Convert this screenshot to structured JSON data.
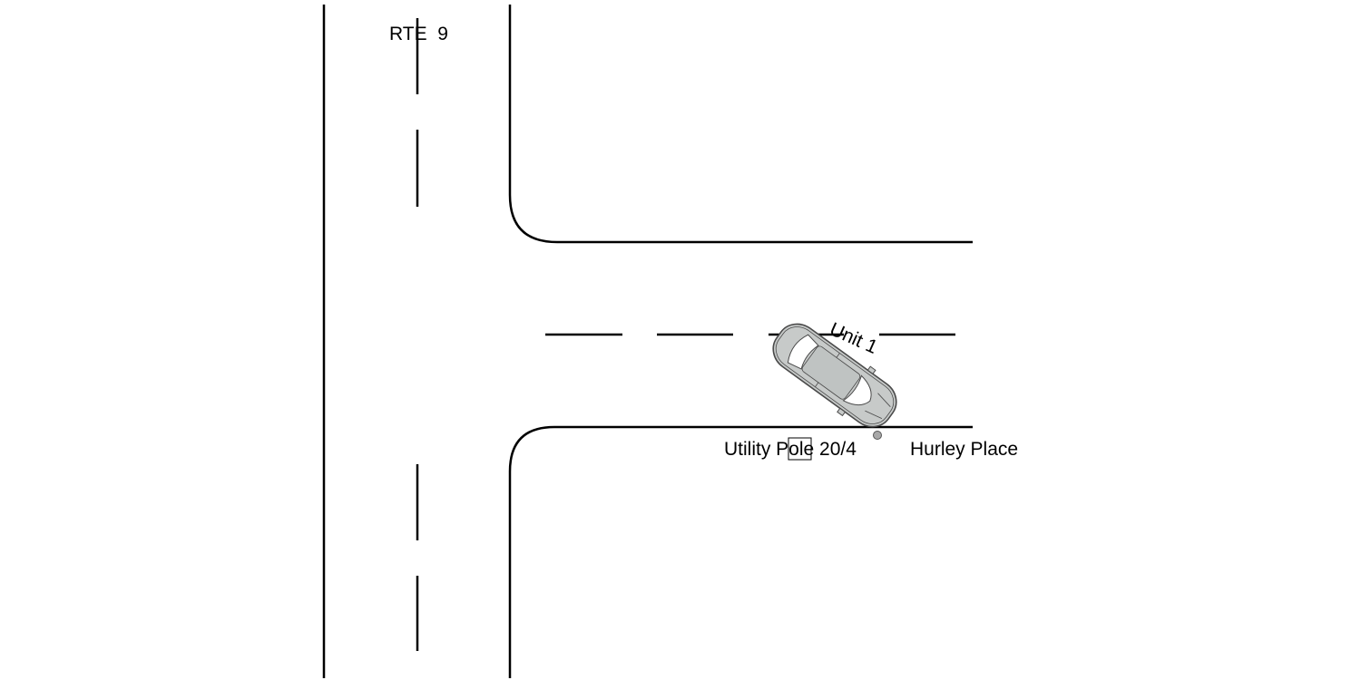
{
  "labels": {
    "route": "RTE  9",
    "unit": "Unit 1",
    "pole": "Utility Pole 20/4",
    "street": "Hurley Place"
  },
  "colors": {
    "line": "#000000",
    "car_body": "#c7cac9",
    "car_outline": "#4a4a4a",
    "pole": "#9a9a9a"
  },
  "icons": {
    "vehicle": "car-topview-icon",
    "pole": "utility-pole-icon"
  }
}
